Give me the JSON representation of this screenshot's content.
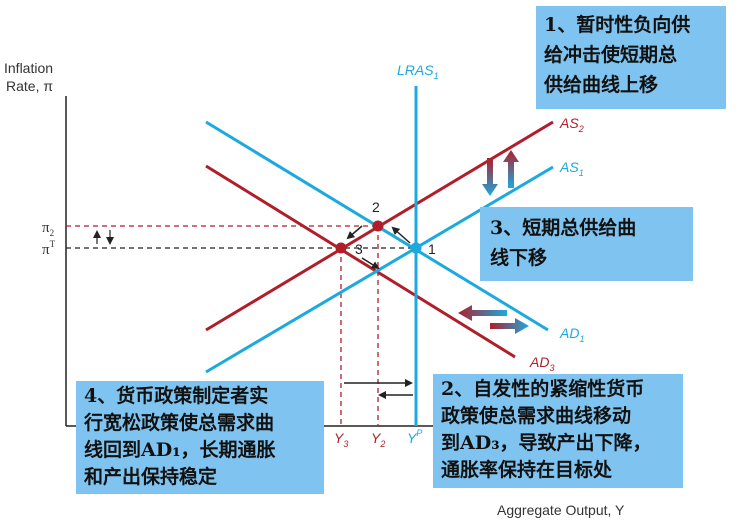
{
  "axes": {
    "y_label_line1": "Inflation",
    "y_label_line2": "Rate, π",
    "x_label": "Aggregate Output, Y"
  },
  "curves": {
    "lras": {
      "main": "LRAS",
      "sub": "1"
    },
    "as2": {
      "main": "AS",
      "sub": "2"
    },
    "as1": {
      "main": "AS",
      "sub": "1"
    },
    "ad1": {
      "main": "AD",
      "sub": "1"
    },
    "ad3": {
      "main": "AD",
      "sub": "3"
    }
  },
  "y_ticks": {
    "pi2": {
      "main": "π",
      "sub": "2"
    },
    "piT": {
      "main": "π",
      "sup": "T"
    }
  },
  "x_ticks": {
    "y3": {
      "main": "Y",
      "sub": "3"
    },
    "y2": {
      "main": "Y",
      "sub": "2"
    },
    "yp": {
      "main": "Y",
      "sup": "P"
    }
  },
  "points": {
    "p1": "1",
    "p2": "2",
    "p3": "3"
  },
  "notes": {
    "note1": [
      "1、暂时性负向供",
      "给冲击使短期总",
      "供给曲线上移"
    ],
    "note2": [
      "2、自发性的紧缩性货币",
      "政策使总需求曲线移动",
      "到AD₃，导致产出下降，",
      "通胀率保持在目标处"
    ],
    "note3": [
      "3、短期总供给曲",
      "线下移"
    ],
    "note4": [
      "4、货币政策制定者实",
      "行宽松政策使总需求曲",
      "线回到AD₁，长期通胀",
      "和产出保持稳定"
    ]
  },
  "colors": {
    "blue": "#1ba9e0",
    "red": "#b01e2a",
    "box": "#7fc4f0",
    "axis": "#222222"
  }
}
